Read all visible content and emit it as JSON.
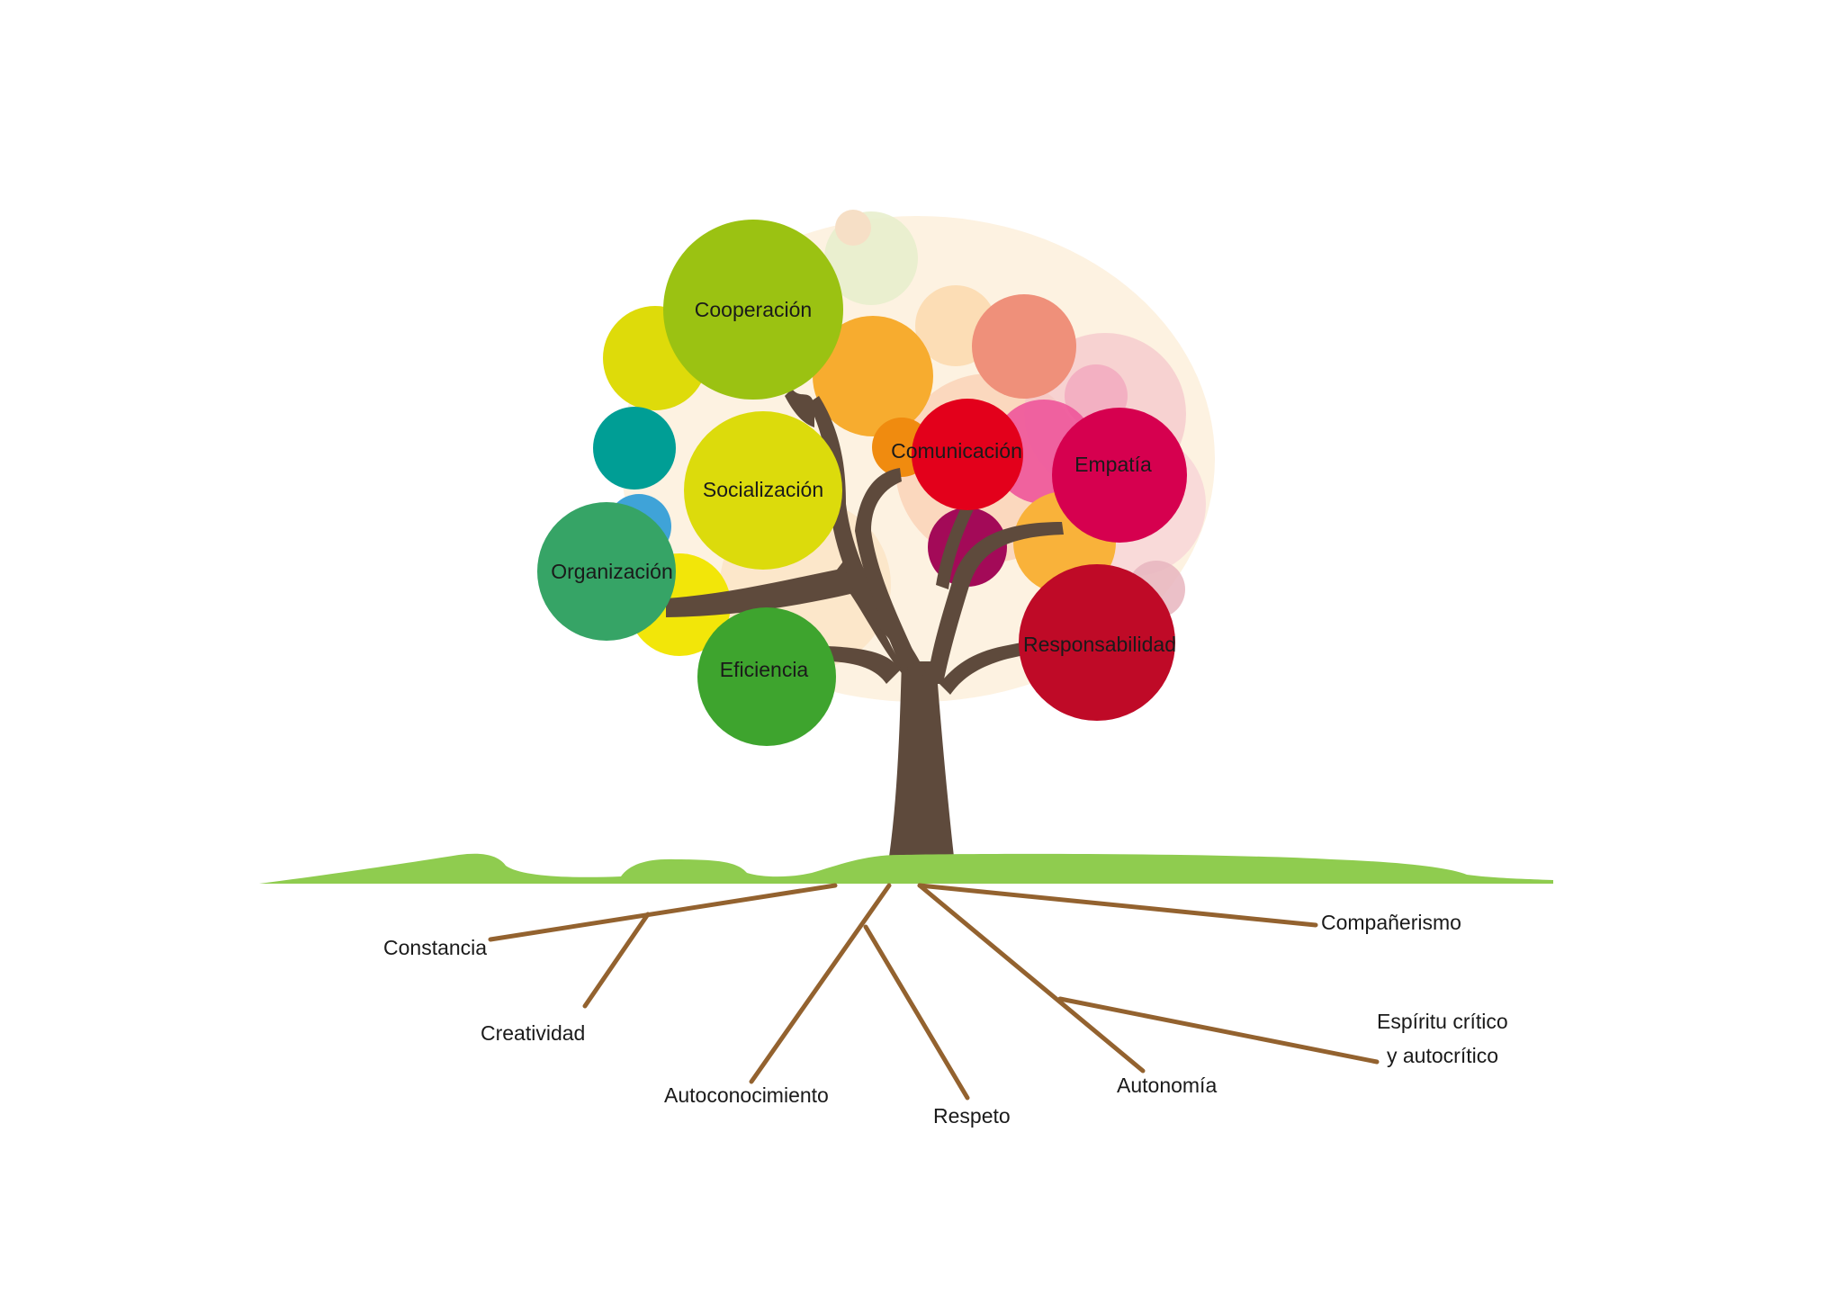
{
  "colors": {
    "background": "#ffffff",
    "trunk": "#5e4a3c",
    "ground": "#8fcc4f",
    "roots": "#93622f",
    "label_text": "#1a1a1a"
  },
  "crown_values": [
    {
      "label": "Cooperación",
      "color": "#9bc212"
    },
    {
      "label": "Socialización",
      "color": "#dcdb0c"
    },
    {
      "label": "Organización",
      "color": "#36a466"
    },
    {
      "label": "Eficiencia",
      "color": "#3ea42e"
    },
    {
      "label": "Comunicación",
      "color": "#e3001b"
    },
    {
      "label": "Empatía",
      "color": "#d6004f"
    },
    {
      "label": "Responsabilidad",
      "color": "#bf0a27"
    }
  ],
  "root_values": [
    {
      "label": "Constancia"
    },
    {
      "label": "Creatividad"
    },
    {
      "label": "Autoconocimiento"
    },
    {
      "label": "Respeto"
    },
    {
      "label": "Autonomía"
    },
    {
      "label": "Compañerismo"
    },
    {
      "label_line1": "Espíritu crítico",
      "label_line2": "y autocrítico"
    }
  ]
}
